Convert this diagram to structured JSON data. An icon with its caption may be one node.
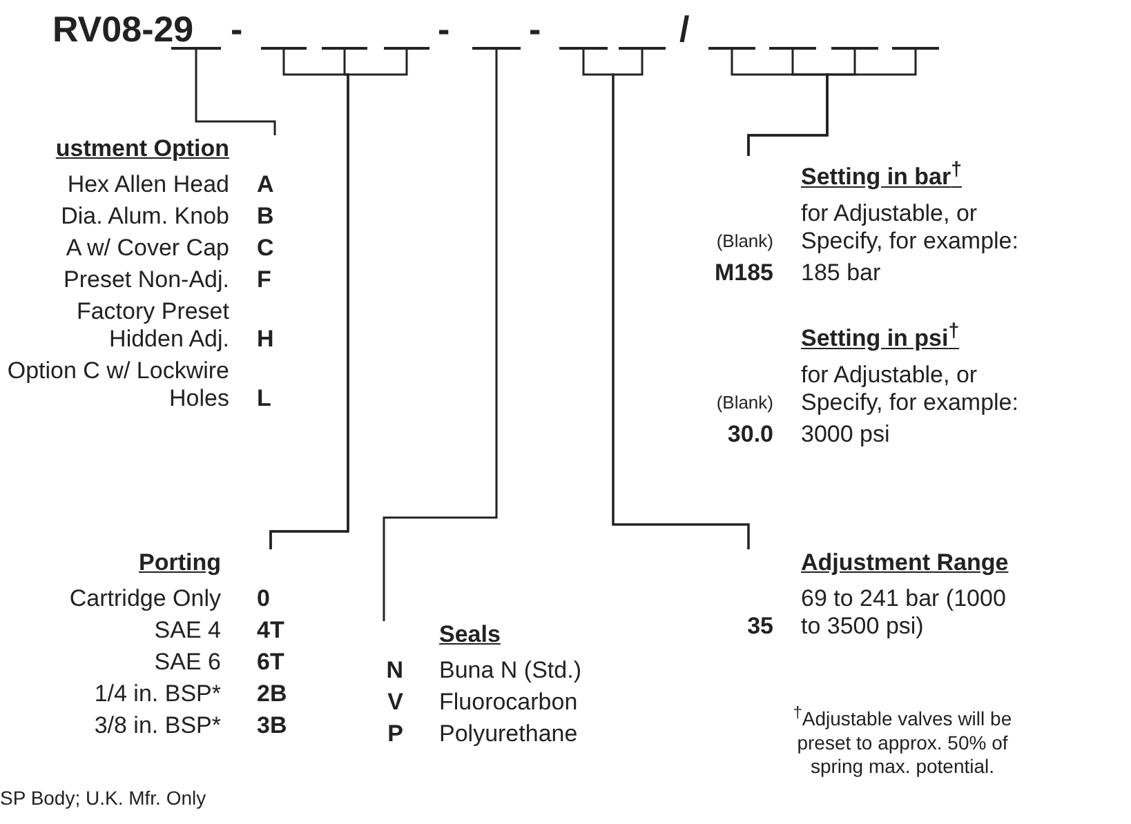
{
  "diagram": {
    "nodes": [
      {
        "text": [],
        "shape": "bar"
      },
      {
        "text": [],
        "shape": "bar"
      },
      {
        "text": [],
        "shape": "bar"
      },
      {
        "text": [],
        "shape": "bar"
      },
      {
        "text": [],
        "shape": "bar"
      },
      {
        "text": [],
        "shape": "bar"
      },
      {
        "text": [],
        "shape": "bar"
      },
      {
        "text": [],
        "shape": "bar"
      },
      {
        "text": [],
        "shape": "bar"
      },
      {
        "text": [],
        "shape": "bar"
      },
      {
        "text": [],
        "shape": "bar"
      },
      {
        "text": [
          "ustment Option",
          "Hex Allen Head",
          "A",
          "Dia. Alum. Knob",
          "B",
          "A w/ Cover Cap",
          "C",
          "Preset Non-Adj.",
          "F",
          "Factory Preset Hidden Adj.",
          "H",
          "Option C w/ Lockwire Holes",
          "L"
        ]
      },
      {
        "text": [
          "Setting in bar$^{†}$",
          "(Blank)",
          "for Adjustable, or Specify, for example:",
          "M185",
          "185 bar"
        ]
      },
      {
        "text": [
          "Setting in psi$^{†}$",
          "(Blank)",
          "for Adjustable, or Specify, for example:",
          "30.0",
          "3000 psi"
        ]
      },
      {
        "text": [
          "Porting",
          "Cartridge Only",
          "0",
          "SAE 4",
          "4T",
          "SAE 6",
          "6T",
          "1/4 in. BSP*",
          "2B",
          "3/8 in. BSP*",
          "3B"
        ]
      },
      {
        "text": [
          "Seals",
          "N",
          "Buna N (Std.)",
          "V",
          "Fluorocarbon",
          "P",
          "Polyurethane"
        ]
      },
      {
        "text": [
          "Adjustment Range",
          "35",
          "69 to 241 bar (1000 to 3500 psi)"
        ]
      }
    ],
    "edges": [
      {
        "from": 0,
        "to": 11,
        "arrow": "none"
      },
      {
        "from": 1,
        "to": 14,
        "arrow": "none"
      },
      {
        "from": 2,
        "to": 14,
        "arrow": "none"
      },
      {
        "from": 3,
        "to": 14,
        "arrow": "none"
      },
      {
        "from": 4,
        "to": 15,
        "arrow": "none"
      },
      {
        "from": 5,
        "to": 16,
        "arrow": "none"
      },
      {
        "from": 6,
        "to": 16,
        "arrow": "none"
      },
      {
        "from": 7,
        "to": 12,
        "arrow": "none"
      },
      {
        "from": 8,
        "to": 12,
        "arrow": "none"
      },
      {
        "from": 9,
        "to": 12,
        "arrow": "none"
      },
      {
        "from": 10,
        "to": 12,
        "arrow": "none"
      }
    ],
    "labels": [
      "RV08-29",
      "-",
      "-",
      "-",
      "/",
      "SP Body; U.K. Mfr. Only",
      "$^{†}$Adjustable valves will be preset to approx. 50% of spring max. potential."
    ]
  }
}
